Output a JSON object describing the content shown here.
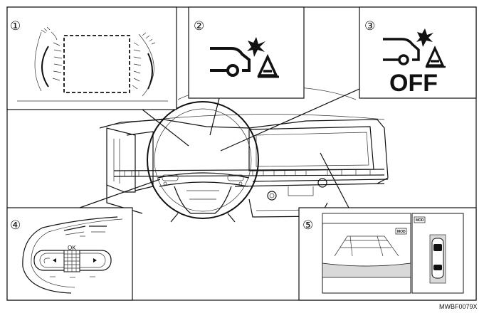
{
  "callouts": [
    {
      "number": "①"
    },
    {
      "number": "②"
    },
    {
      "number": "③",
      "icon_text": "OFF"
    },
    {
      "number": "④",
      "button_label": "OK"
    },
    {
      "number": "⑤",
      "mode_badge_1": "MOD",
      "mode_badge_2": "MOD"
    }
  ],
  "figure_code": "MWBF0079X",
  "icons": {
    "panel2": "forward-collision-warning-icon",
    "panel3": "forward-collision-warning-off-icon",
    "panel4": "steering-wheel-switch-icon",
    "panel5": "intelligent-around-view-monitor-icon"
  },
  "colors": {
    "line": "#111111",
    "screen": "#d9d9d9",
    "background": "#ffffff"
  }
}
